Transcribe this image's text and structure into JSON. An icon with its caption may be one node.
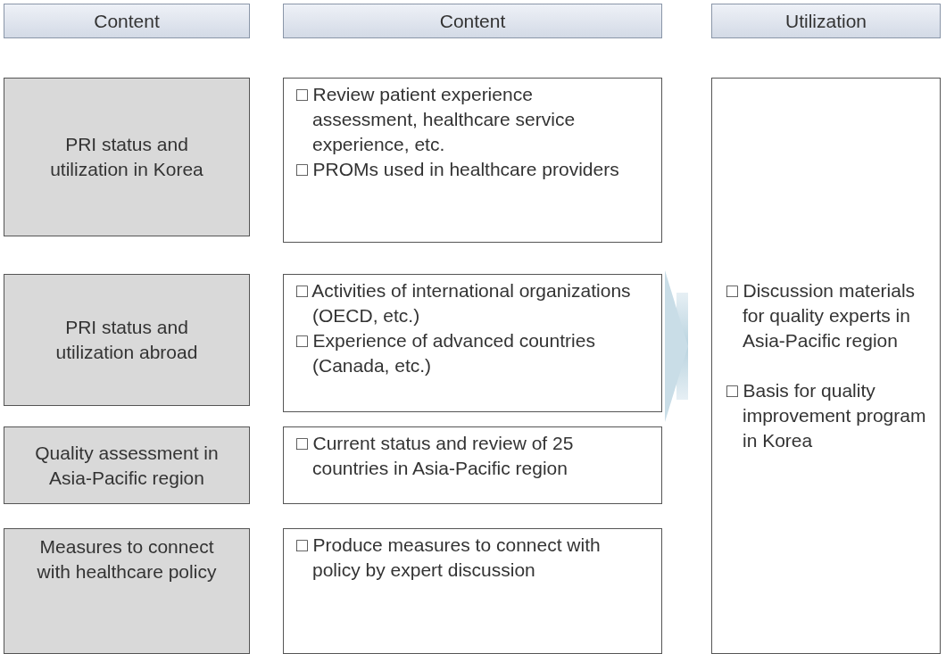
{
  "diagram": {
    "nodes": [
      {
        "text": [
          "Content"
        ]
      },
      {
        "text": [
          "Content"
        ]
      },
      {
        "text": [
          "Utilization"
        ]
      },
      {
        "text": [
          "PRI status and utilization in Korea"
        ]
      },
      {
        "text": [
          "□ Review patient experience assessment, healthcare service experience, etc.",
          "□ PROMs used in healthcare providers"
        ]
      },
      {
        "text": [
          "PRI status and utilization abroad"
        ]
      },
      {
        "text": [
          "□ Activities of international organizations (OECD, etc.)",
          "□ Experience of advanced countries (Canada, etc.)"
        ]
      },
      {
        "text": [
          "Quality assessment in Asia-Pacific region"
        ]
      },
      {
        "text": [
          "□ Current status and review of 25 countries in Asia-Pacific region"
        ]
      },
      {
        "text": [
          "Measures to connect with healthcare policy"
        ]
      },
      {
        "text": [
          "□ Produce measures to connect with policy by expert discussion"
        ]
      },
      {
        "text": [
          "□ Discussion materials for quality experts in Asia-Pacific region",
          "□ Basis for quality improvement program in Korea"
        ]
      }
    ],
    "edges": [
      {
        "from": null,
        "to": 11,
        "arrow": "to"
      }
    ]
  }
}
